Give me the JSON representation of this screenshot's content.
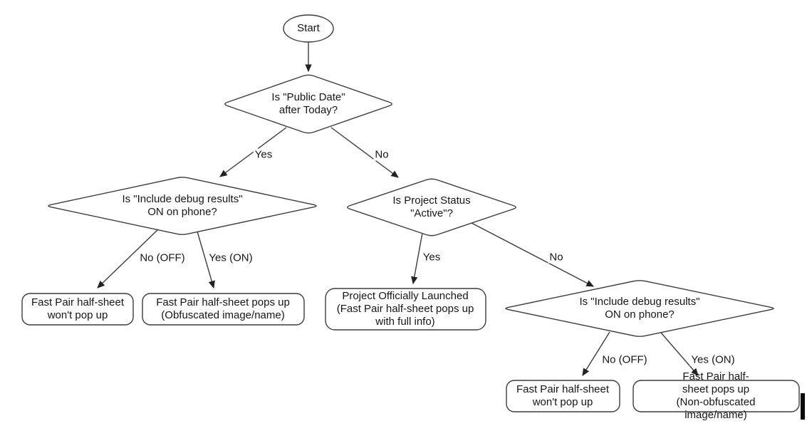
{
  "flowchart": {
    "colors": {
      "background": "#ffffff",
      "stroke": "#3c3c3c",
      "text": "#161616"
    },
    "nodes": {
      "start": {
        "type": "ellipse",
        "label": "Start"
      },
      "decision_public_date": {
        "type": "decision",
        "label": "Is \"Public Date\"\nafter Today?"
      },
      "decision_debug_left": {
        "type": "decision",
        "label": "Is \"Include debug results\"\nON on phone?"
      },
      "decision_project_status": {
        "type": "decision",
        "label": "Is Project Status\n\"Active\"?"
      },
      "decision_debug_right": {
        "type": "decision",
        "label": "Is \"Include debug results\"\nON on phone?"
      },
      "outcome_no_popup_left": {
        "type": "outcome",
        "label": "Fast Pair half-sheet\nwon't pop up"
      },
      "outcome_obfuscated": {
        "type": "outcome",
        "label": "Fast Pair half-sheet pops up\n(Obfuscated image/name)"
      },
      "outcome_launched": {
        "type": "outcome",
        "label": "Project Officially Launched\n(Fast Pair half-sheet pops up\nwith full info)"
      },
      "outcome_no_popup_right": {
        "type": "outcome",
        "label": "Fast Pair half-sheet\nwon't pop up"
      },
      "outcome_non_obfuscated": {
        "type": "outcome",
        "label": "Fast Pair half-sheet pops up\n(Non-obfuscated image/name)"
      }
    },
    "edge_labels": {
      "yes_top": "Yes",
      "no_top": "No",
      "no_off_left": "No (OFF)",
      "yes_on_left": "Yes (ON)",
      "yes_mid": "Yes",
      "no_mid": "No",
      "no_off_right": "No (OFF)",
      "yes_on_right": "Yes (ON)"
    }
  }
}
